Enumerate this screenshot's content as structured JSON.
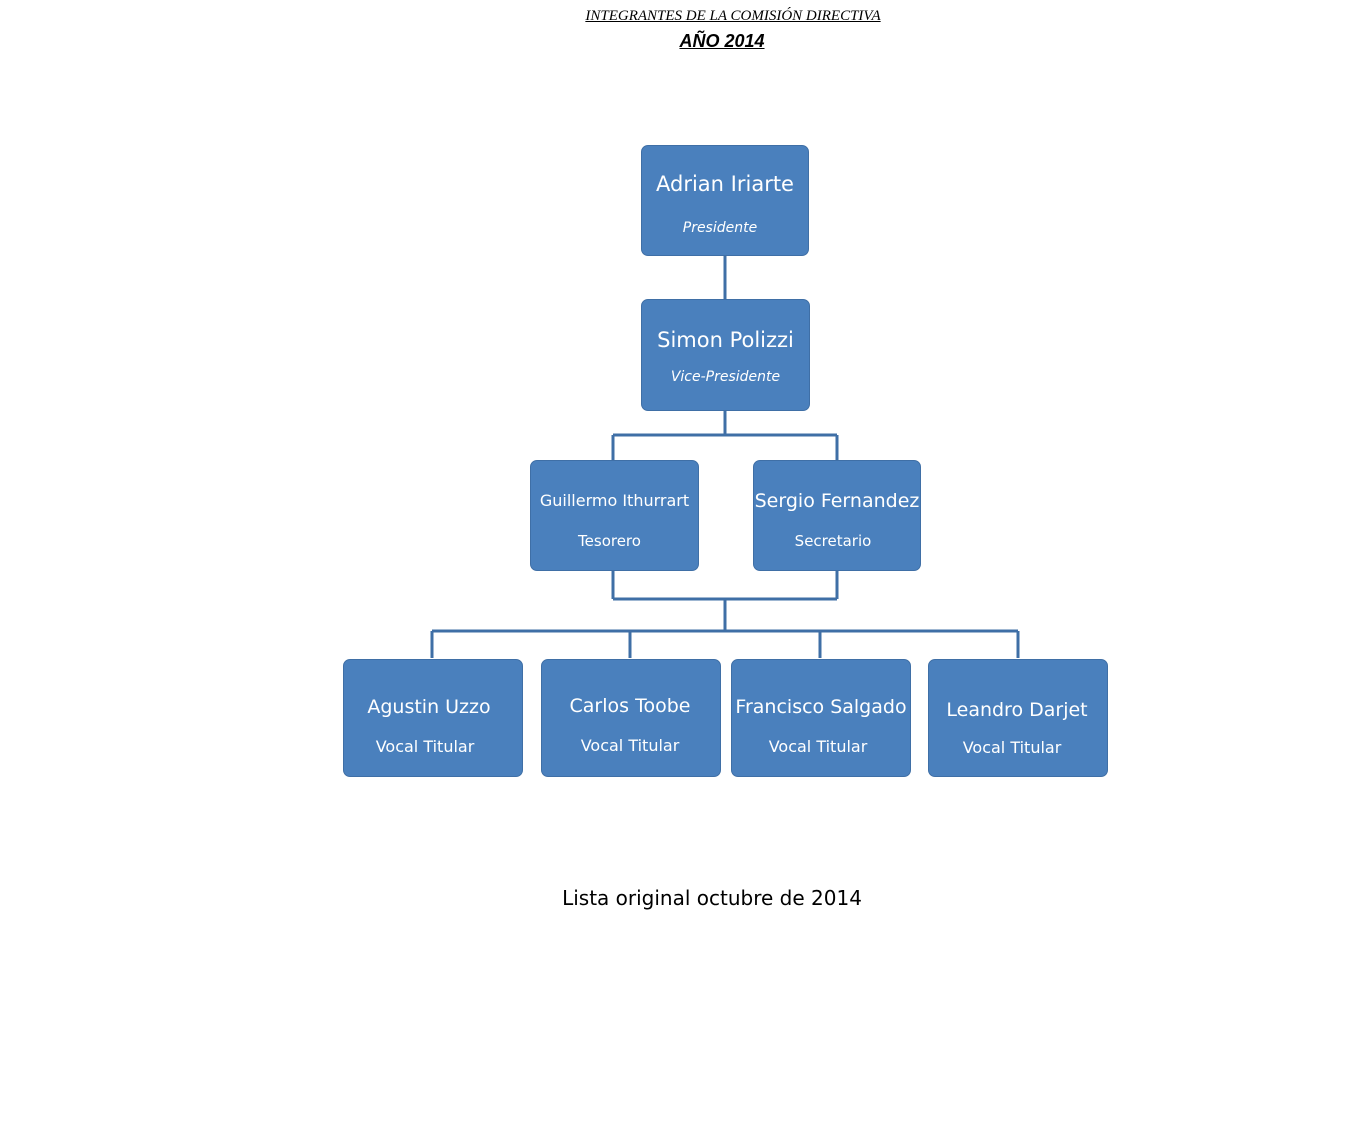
{
  "header": {
    "title": "INTEGRANTES DE LA COMISIÓN DIRECTIVA",
    "subtitle": "AÑO 2014"
  },
  "nodes": {
    "president": {
      "name": "Adrian Iriarte",
      "role": "Presidente"
    },
    "vice_president": {
      "name": "Simon Polizzi",
      "role": "Vice-Presidente"
    },
    "treasurer": {
      "name": "Guillermo Ithurrart",
      "role": "Tesorero"
    },
    "secretary": {
      "name": "Sergio Fernandez",
      "role": "Secretario"
    },
    "vocal_1": {
      "name": "Agustin Uzzo",
      "role": "Vocal Titular"
    },
    "vocal_2": {
      "name": "Carlos Toobe",
      "role": "Vocal Titular"
    },
    "vocal_3": {
      "name": "Francisco Salgado",
      "role": "Vocal Titular"
    },
    "vocal_4": {
      "name": "Leandro Darjet",
      "role": "Vocal Titular"
    }
  },
  "footer": {
    "note": "Lista original octubre de 2014"
  },
  "colors": {
    "box": "#4a80bd",
    "connector": "#3f6fa6",
    "text": "#ffffff"
  }
}
